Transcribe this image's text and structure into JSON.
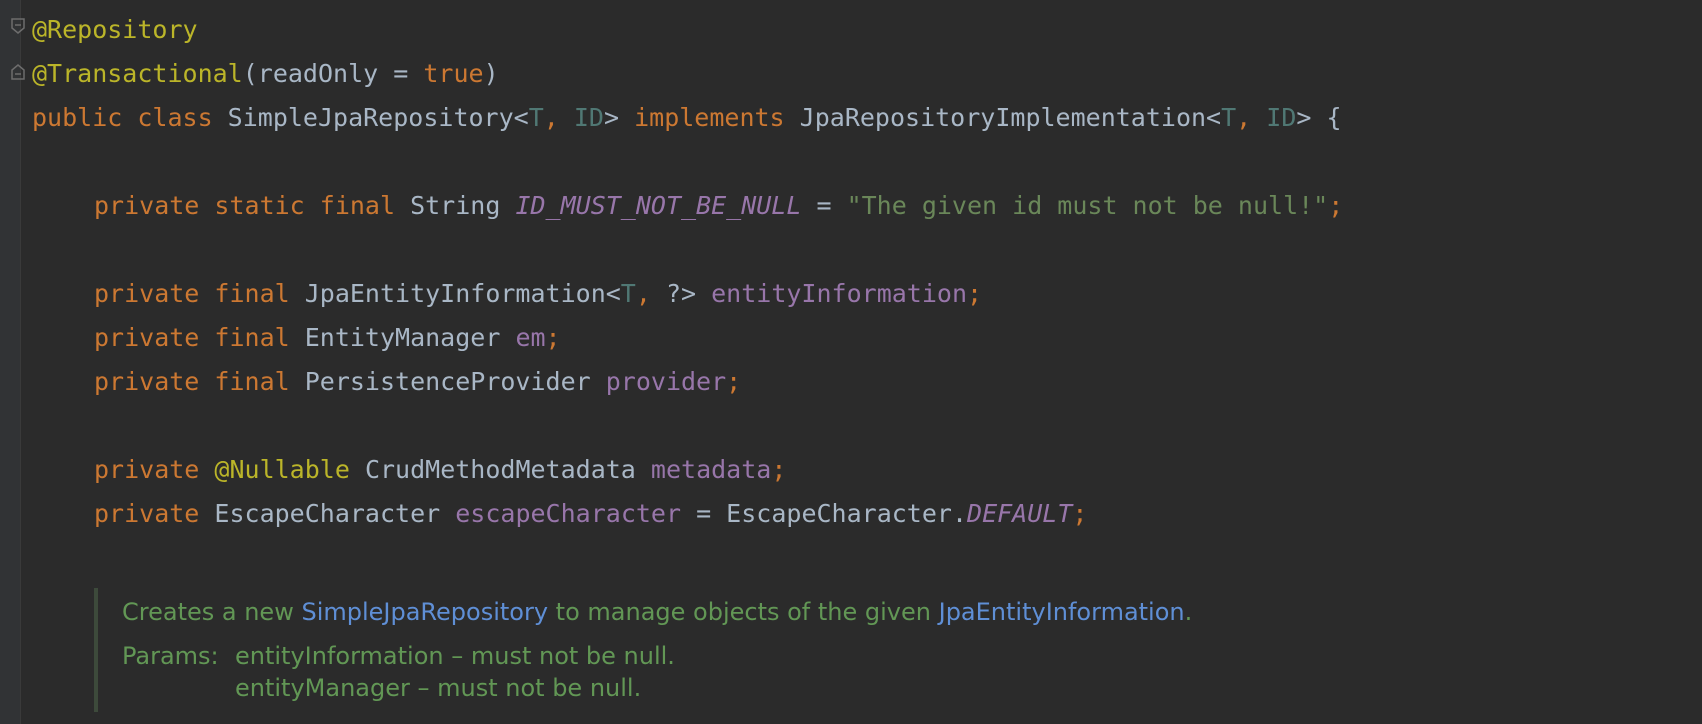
{
  "editor": {
    "lines": [
      {
        "name": "annotation-repository",
        "tokens": [
          {
            "t": "@Repository",
            "c": "ann"
          }
        ]
      },
      {
        "name": "annotation-transactional",
        "tokens": [
          {
            "t": "@Transactional",
            "c": "ann"
          },
          {
            "t": "(readOnly = ",
            "c": "txt"
          },
          {
            "t": "true",
            "c": "kw"
          },
          {
            "t": ")",
            "c": "txt"
          }
        ]
      },
      {
        "name": "class-declaration",
        "tokens": [
          {
            "t": "public class ",
            "c": "kw"
          },
          {
            "t": "SimpleJpaRepository<",
            "c": "txt"
          },
          {
            "t": "T",
            "c": "tp"
          },
          {
            "t": ", ",
            "c": "kw"
          },
          {
            "t": "ID",
            "c": "tp"
          },
          {
            "t": "> ",
            "c": "txt"
          },
          {
            "t": "implements ",
            "c": "kw"
          },
          {
            "t": "JpaRepositoryImplementation<",
            "c": "txt"
          },
          {
            "t": "T",
            "c": "tp"
          },
          {
            "t": ", ",
            "c": "kw"
          },
          {
            "t": "ID",
            "c": "tp"
          },
          {
            "t": "> {",
            "c": "txt"
          }
        ]
      },
      {
        "name": "blank-line",
        "tokens": []
      },
      {
        "name": "field-id-must-not-be-null",
        "indent": 1,
        "tokens": [
          {
            "t": "private static final ",
            "c": "kw"
          },
          {
            "t": "String ",
            "c": "txt"
          },
          {
            "t": "ID_MUST_NOT_BE_NULL",
            "c": "const"
          },
          {
            "t": " = ",
            "c": "txt"
          },
          {
            "t": "\"The given id must not be null!\"",
            "c": "str"
          },
          {
            "t": ";",
            "c": "kw"
          }
        ]
      },
      {
        "name": "blank-line",
        "tokens": []
      },
      {
        "name": "field-entity-information",
        "indent": 1,
        "tokens": [
          {
            "t": "private final ",
            "c": "kw"
          },
          {
            "t": "JpaEntityInformation<",
            "c": "txt"
          },
          {
            "t": "T",
            "c": "tp"
          },
          {
            "t": ", ",
            "c": "kw"
          },
          {
            "t": "?> ",
            "c": "txt"
          },
          {
            "t": "entityInformation",
            "c": "fld"
          },
          {
            "t": ";",
            "c": "kw"
          }
        ]
      },
      {
        "name": "field-em",
        "indent": 1,
        "tokens": [
          {
            "t": "private final ",
            "c": "kw"
          },
          {
            "t": "EntityManager ",
            "c": "txt"
          },
          {
            "t": "em",
            "c": "fld"
          },
          {
            "t": ";",
            "c": "kw"
          }
        ]
      },
      {
        "name": "field-provider",
        "indent": 1,
        "tokens": [
          {
            "t": "private final ",
            "c": "kw"
          },
          {
            "t": "PersistenceProvider ",
            "c": "txt"
          },
          {
            "t": "provider",
            "c": "fld"
          },
          {
            "t": ";",
            "c": "kw"
          }
        ]
      },
      {
        "name": "blank-line",
        "tokens": []
      },
      {
        "name": "field-metadata",
        "indent": 1,
        "tokens": [
          {
            "t": "private ",
            "c": "kw"
          },
          {
            "t": "@Nullable ",
            "c": "ann"
          },
          {
            "t": "CrudMethodMetadata ",
            "c": "txt"
          },
          {
            "t": "metadata",
            "c": "fld"
          },
          {
            "t": ";",
            "c": "kw"
          }
        ]
      },
      {
        "name": "field-escape-character",
        "indent": 1,
        "tokens": [
          {
            "t": "private ",
            "c": "kw"
          },
          {
            "t": "EscapeCharacter ",
            "c": "txt"
          },
          {
            "t": "escapeCharacter",
            "c": "fld"
          },
          {
            "t": " = EscapeCharacter.",
            "c": "txt"
          },
          {
            "t": "DEFAULT",
            "c": "const"
          },
          {
            "t": ";",
            "c": "kw"
          }
        ]
      }
    ]
  },
  "doc_comment": {
    "summary_prefix": "Creates a new ",
    "summary_link1": "SimpleJpaRepository",
    "summary_middle": " to manage objects of the given ",
    "summary_link2": "JpaEntityInformation",
    "summary_suffix": ".",
    "params_label": "Params:",
    "param1": "entityInformation – must not be null.",
    "param2": "entityManager – must not be null."
  },
  "colors": {
    "background": "#2b2b2b",
    "keyword": "#cc7832",
    "annotation": "#bbb529",
    "text": "#a9b7c6",
    "type_param": "#507874",
    "field": "#9876aa",
    "string": "#6a8759",
    "doc_text": "#629755",
    "doc_link": "#5f8fd6"
  },
  "icons": [
    "fold-open-icon",
    "fold-close-icon"
  ]
}
